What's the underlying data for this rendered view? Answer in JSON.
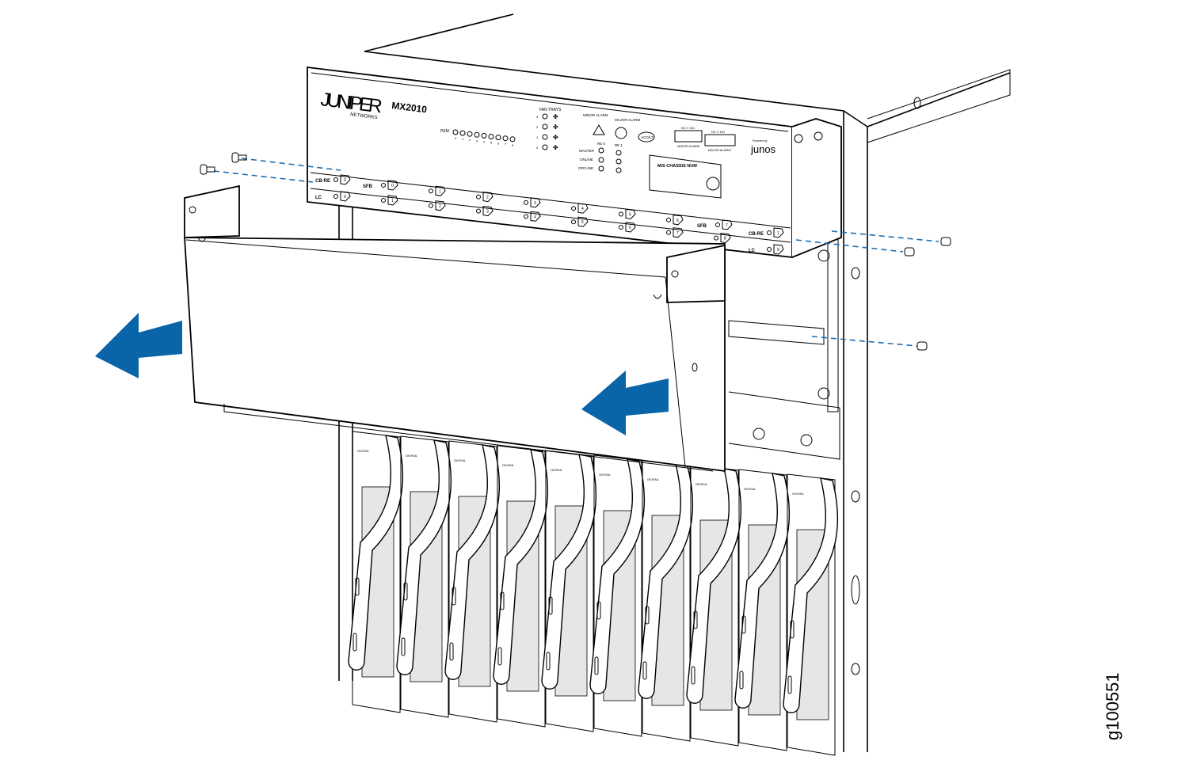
{
  "figure_id": "g100551",
  "chassis": {
    "brand": "JUNIPER",
    "brand_sub": "NETWORKS",
    "model": "MX2010",
    "os_logo": "junos",
    "os_logo_sub": "Powered by"
  },
  "craft": {
    "fan_trays_label": "FAN TRAYS",
    "fan_tray_numbers": [
      "3",
      "2",
      "1",
      "0"
    ],
    "pem_label": "PEM",
    "pem_numbers": [
      "0",
      "1",
      "2",
      "3",
      "4",
      "5",
      "6",
      "7",
      "8"
    ],
    "minor_alarm": "MINOR ALARM",
    "major_alarm": "MAJOR ALARM",
    "re0": "RE 0",
    "re1": "RE 1",
    "master": "MASTER",
    "online": "ONLINE",
    "offline": "OFFLINE",
    "aco_lt": "ACO/LT",
    "relay_contacts": "NC  C  NO",
    "relay_minor": "MINOR ALARM",
    "relay_major": "MAJOR ALARM",
    "chassis_num": "M/S CHASSIS NUM",
    "cb_re": "CB-RE",
    "sfb": "SFB",
    "lc": "LC",
    "cbre_numbers": [
      "0",
      "1"
    ],
    "sfb_numbers": [
      "0",
      "1",
      "2",
      "3",
      "4",
      "5",
      "6",
      "7"
    ],
    "lc_numbers": [
      "0",
      "1",
      "2",
      "3",
      "4",
      "5",
      "6",
      "7",
      "8",
      "9"
    ]
  },
  "card_label": "OK/FAIL",
  "colors": {
    "arrow": "#0a64a8",
    "guide": "#1a6fb5"
  }
}
